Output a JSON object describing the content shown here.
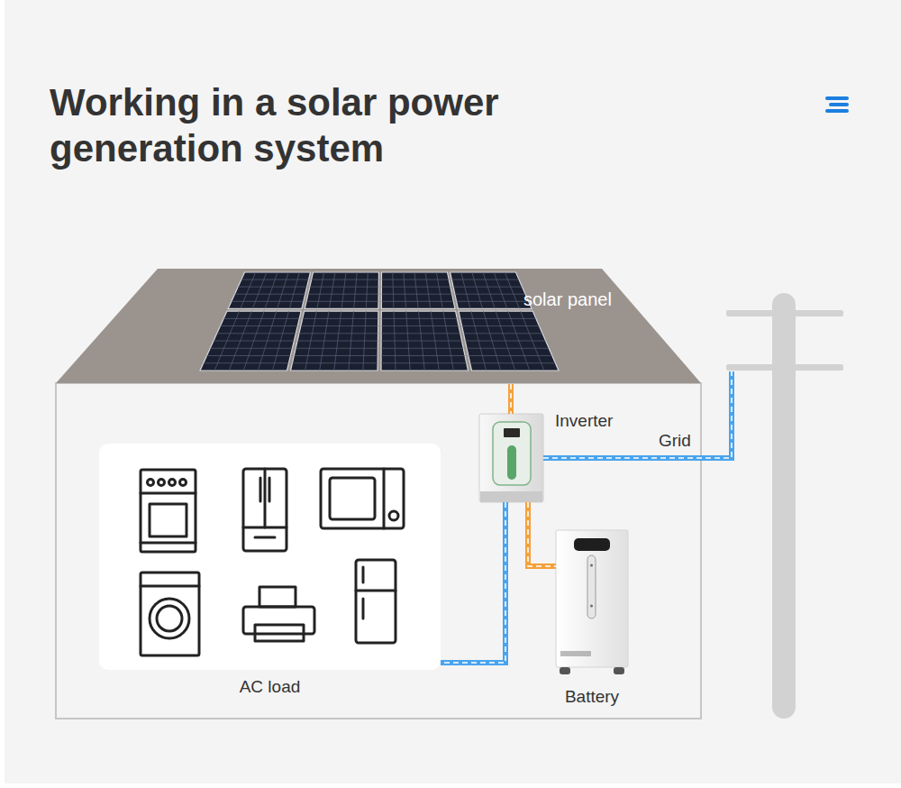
{
  "diagram": {
    "title": "Working in a solar power generation system",
    "nodes": [
      {
        "text": [
          "solar panel"
        ]
      },
      {
        "text": [
          "Inverter"
        ]
      },
      {
        "text": [
          "Grid"
        ]
      },
      {
        "text": [
          "AC load"
        ]
      },
      {
        "text": [
          "Battery"
        ]
      }
    ],
    "edges": [
      {
        "from": 0,
        "to": 1,
        "arrow": "none"
      },
      {
        "from": 1,
        "to": 2,
        "arrow": "none"
      },
      {
        "from": 1,
        "to": 3,
        "arrow": "none"
      },
      {
        "from": 1,
        "to": 4,
        "arrow": "none"
      }
    ]
  }
}
